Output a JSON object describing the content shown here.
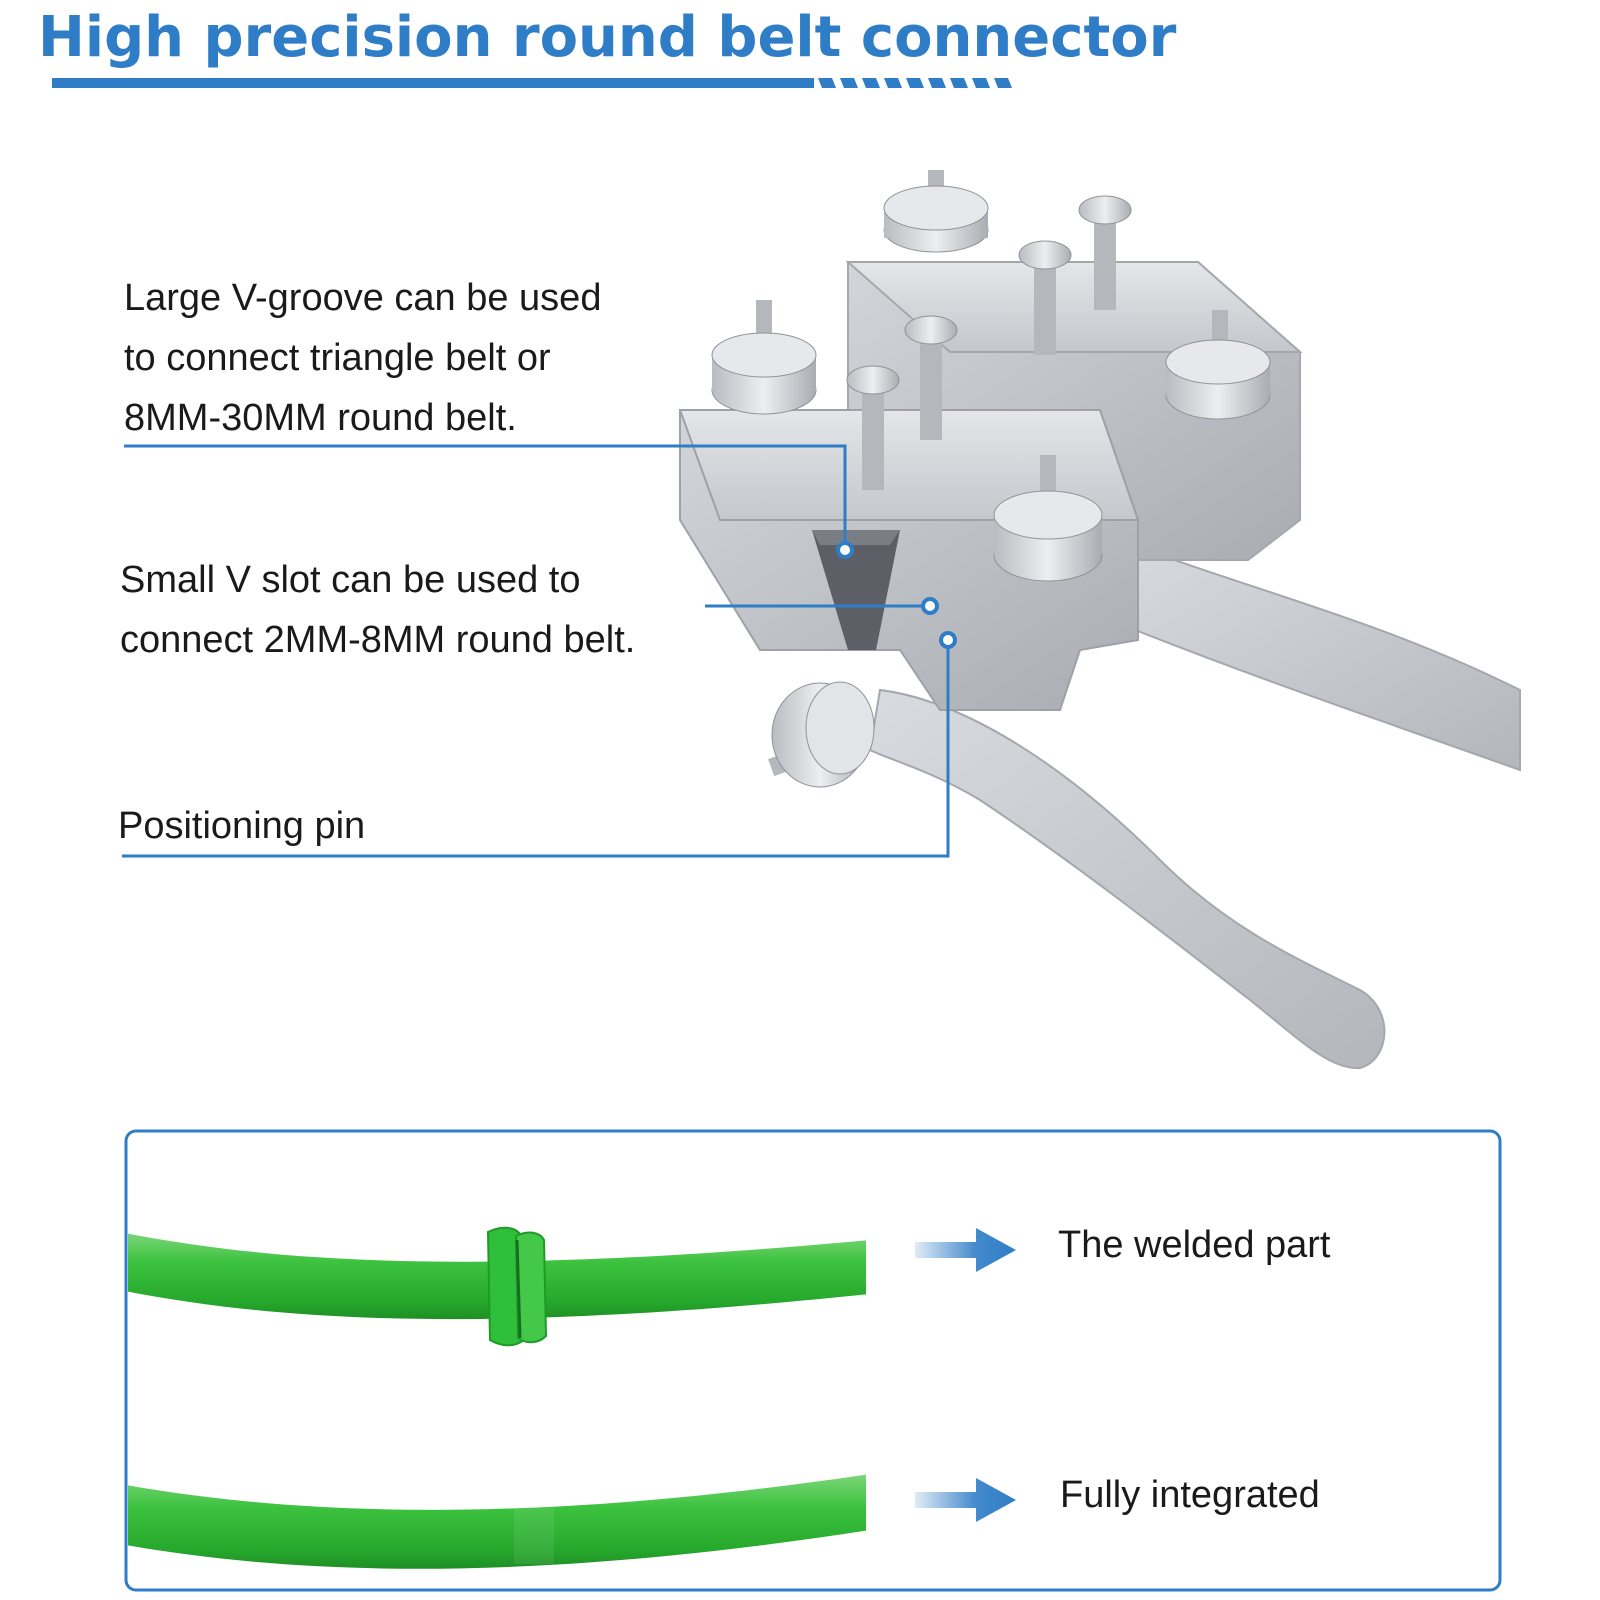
{
  "header": {
    "title": "High precision round belt connector"
  },
  "callouts": {
    "large_v_groove": [
      "Large V-groove can be used",
      "to connect triangle belt or",
      "8MM-30MM round belt."
    ],
    "small_v_slot": [
      "Small V slot can be used to",
      "connect 2MM-8MM round belt."
    ],
    "positioning_pin": [
      "Positioning pin"
    ]
  },
  "comparison_panel": {
    "welded_label": "The welded part",
    "integrated_label": "Fully integrated"
  },
  "colors": {
    "accent_blue": "#2f7dc6",
    "belt_green": "#37b83b",
    "tool_silver": "#c9ccd1"
  },
  "icons": [
    "right-arrow-icon",
    "belt-connector-tool-illustration"
  ]
}
